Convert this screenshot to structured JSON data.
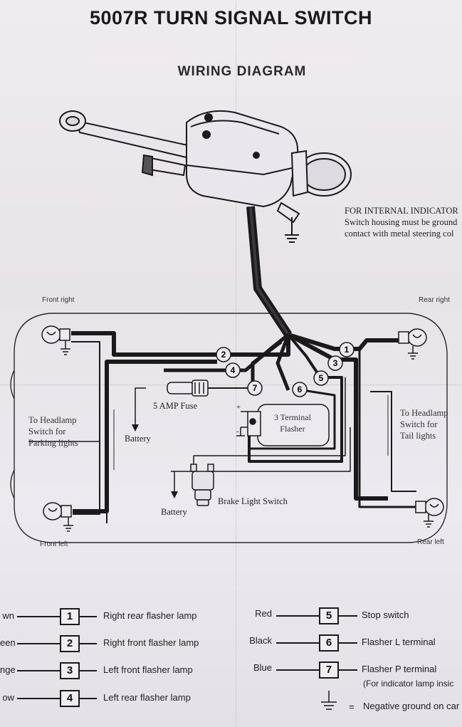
{
  "title": "5007R TURN SIGNAL SWITCH",
  "subtitle": "WIRING DIAGRAM",
  "indicator_note": [
    "FOR INTERNAL INDICATOR",
    "Switch housing must be ground",
    "contact with metal steering col"
  ],
  "labels": {
    "front_right": "Front right",
    "rear_right": "Rear right",
    "front_left": "Front left",
    "rear_left": "Rear left",
    "headlamp_parking": [
      "To Headlamp",
      "Switch for",
      "Parking lights"
    ],
    "headlamp_tail": [
      "To Headlamp",
      "Switch for",
      "Tail lights"
    ],
    "fuse": "5 AMP Fuse",
    "battery_top": "Battery",
    "battery_bottom": "Battery",
    "flasher": [
      "3 Terminal",
      "Flasher"
    ],
    "brake_switch": "Brake Light Switch",
    "plus": "+",
    "minus": "-"
  },
  "terminals": [
    "2",
    "4",
    "7",
    "6",
    "5",
    "3",
    "1"
  ],
  "legend": [
    {
      "wire": "wn",
      "num": "1",
      "desc": "Right rear flasher lamp"
    },
    {
      "wire": "een",
      "num": "2",
      "desc": "Right front flasher lamp"
    },
    {
      "wire": "nge",
      "num": "3",
      "desc": "Left front flasher lamp"
    },
    {
      "wire": "ow",
      "num": "4",
      "desc": "Left rear flasher lamp"
    },
    {
      "wire": "Red",
      "num": "5",
      "desc": "Stop switch"
    },
    {
      "wire": "Black",
      "num": "6",
      "desc": "Flasher L terminal"
    },
    {
      "wire": "Blue",
      "num": "7",
      "desc": "Flasher P terminal"
    }
  ],
  "legend_sub": "(For indicator lamp insic",
  "ground_legend": "Negative ground on car",
  "ground_eq": "="
}
